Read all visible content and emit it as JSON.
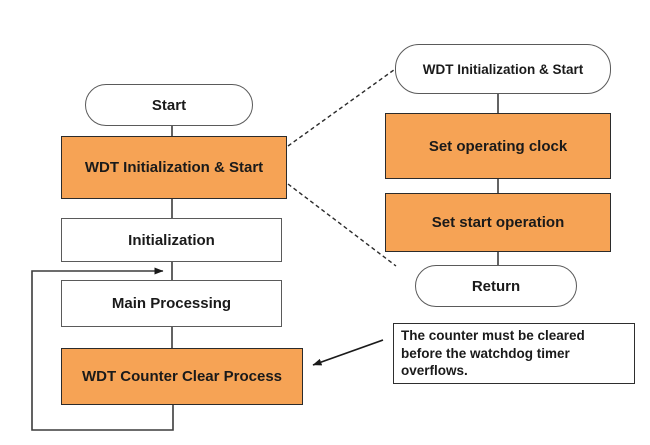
{
  "colors": {
    "background": "#ffffff",
    "accent_process_fill": "#f6a355",
    "accent_process_border": "#2b2b2b",
    "plain_shape_border": "#5a5a5a",
    "connector_line": "#3c3c3c",
    "text": "#1a1a1a"
  },
  "main_flow": {
    "start_label": "Start",
    "wdt_init_label": "WDT Initialization & Start",
    "initialization_label": "Initialization",
    "main_processing_label": "Main Processing",
    "wdt_counter_clear_label": "WDT Counter Clear Process"
  },
  "subroutine_flow": {
    "title_label": "WDT Initialization & Start",
    "set_operating_clock_label": "Set operating clock",
    "set_start_operation_label": "Set start operation",
    "return_label": "Return"
  },
  "annotation": {
    "note_text": "The counter must be cleared\nbefore the watchdog timer\noverflows."
  }
}
